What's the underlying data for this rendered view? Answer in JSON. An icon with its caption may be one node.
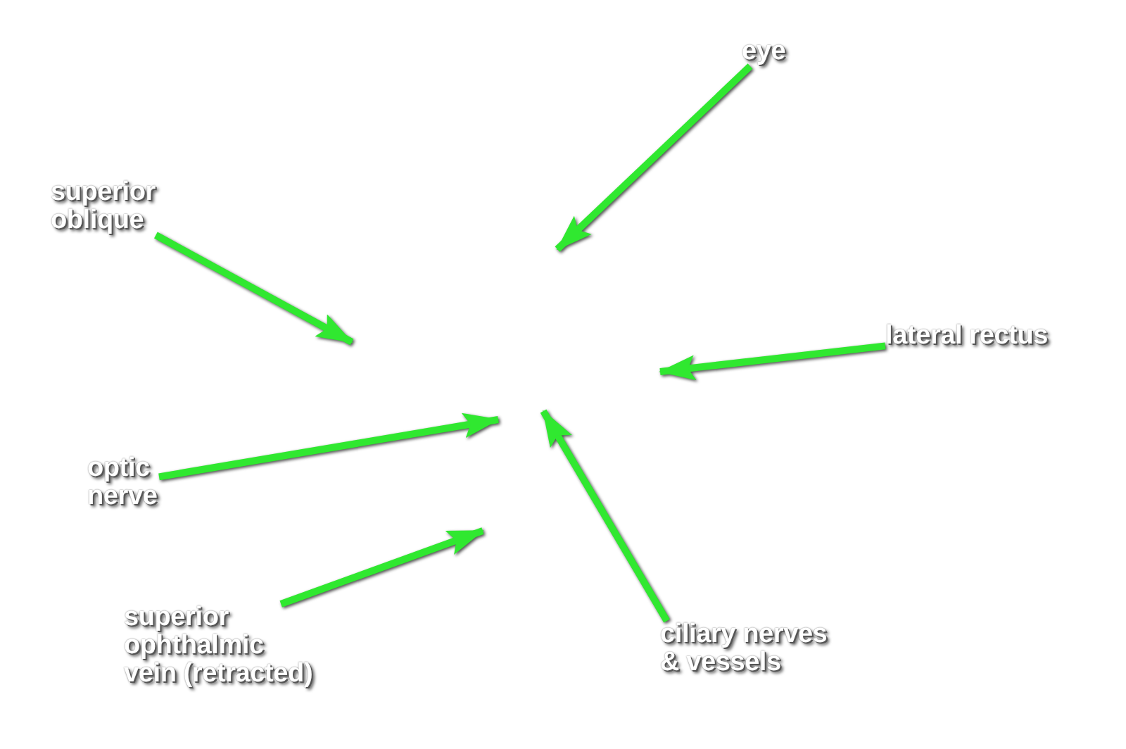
{
  "diagram": {
    "nodes": [
      {
        "text": [
          "eye"
        ]
      },
      {
        "text": [
          "superior oblique"
        ]
      },
      {
        "text": [
          "lateral rectus"
        ]
      },
      {
        "text": [
          "optic nerve"
        ]
      },
      {
        "text": [
          "superior ophthalmic vein (retracted)"
        ]
      },
      {
        "text": [
          "ciliary nerves & vessels"
        ]
      }
    ],
    "edges": [
      {
        "from": 0,
        "to": null,
        "arrow": "to"
      },
      {
        "from": 1,
        "to": null,
        "arrow": "to"
      },
      {
        "from": 2,
        "to": null,
        "arrow": "to"
      },
      {
        "from": 3,
        "to": null,
        "arrow": "to"
      },
      {
        "from": 4,
        "to": null,
        "arrow": "to"
      },
      {
        "from": 5,
        "to": null,
        "arrow": "to"
      }
    ]
  }
}
